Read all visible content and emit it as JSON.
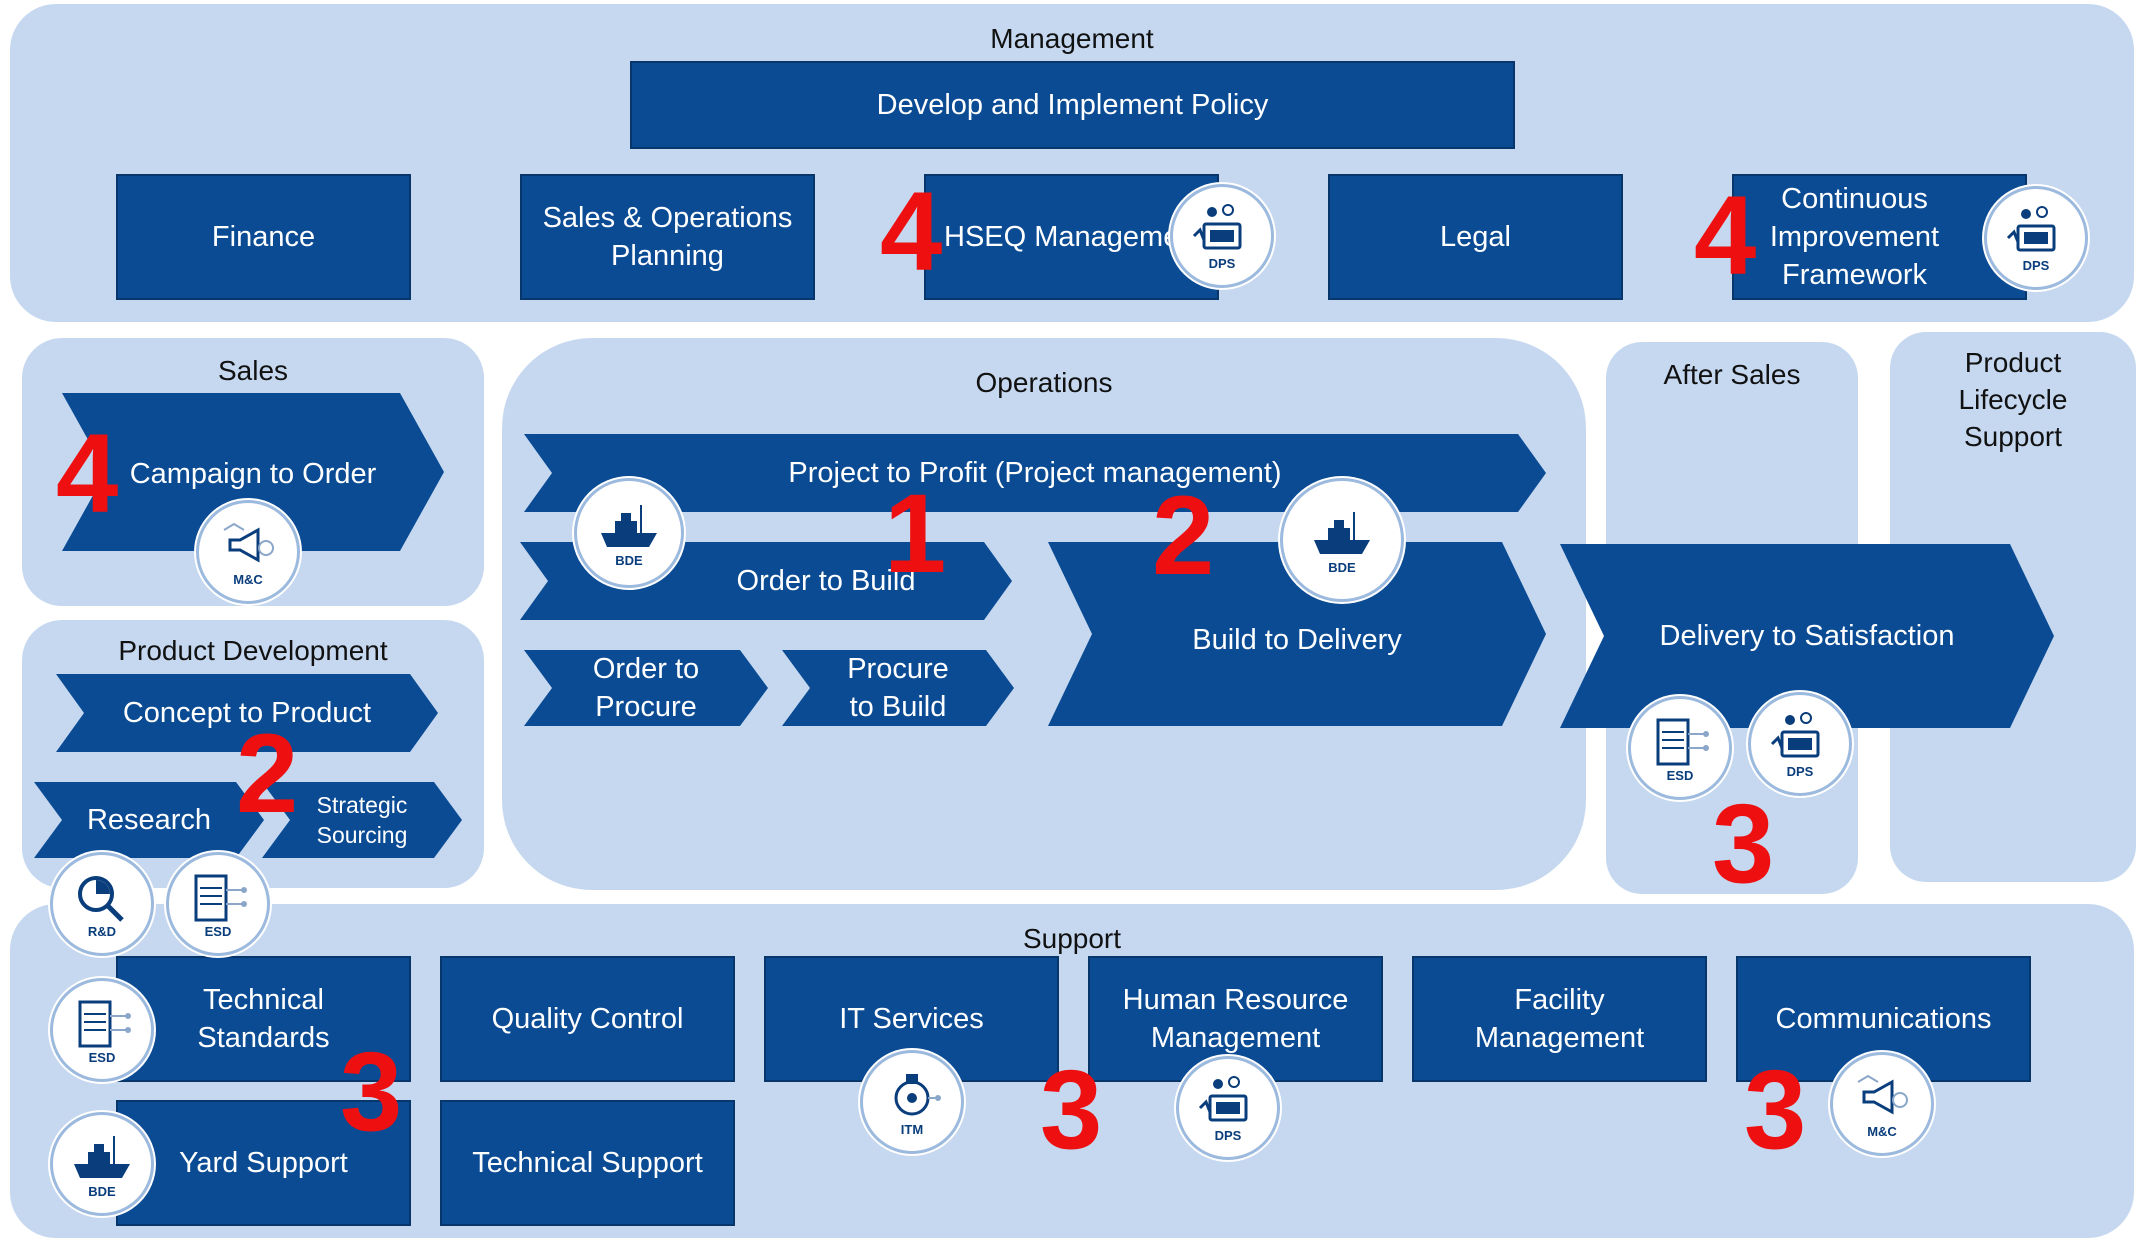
{
  "management": {
    "title": "Management",
    "policy": "Develop and Implement Policy",
    "finance": "Finance",
    "sop": "Sales & Operations\nPlanning",
    "hseq": "HSEQ Management",
    "legal": "Legal",
    "cif": "Continuous\nImprovement\nFramework"
  },
  "sales": {
    "title": "Sales",
    "campaign": "Campaign to Order"
  },
  "product_development": {
    "title": "Product Development",
    "concept": "Concept to Product",
    "research": "Research",
    "sourcing": "Strategic\nSourcing"
  },
  "operations": {
    "title": "Operations",
    "p2p": "Project to Profit (Project management)",
    "o2b": "Order to Build",
    "o2p": "Order to\nProcure",
    "p2b": "Procure\nto Build",
    "b2d": "Build to Delivery"
  },
  "after_sales": {
    "title": "After Sales",
    "d2s": "Delivery to Satisfaction"
  },
  "lifecycle": {
    "title": "Product\nLifecycle\nSupport"
  },
  "support": {
    "title": "Support",
    "tech_std": "Technical\nStandards",
    "qc": "Quality Control",
    "it": "IT Services",
    "hr": "Human Resource\nManagement",
    "facility": "Facility\nManagement",
    "comms": "Communications",
    "yard": "Yard Support",
    "tech_support": "Technical Support"
  },
  "badges": {
    "dps": "DPS",
    "bde": "BDE",
    "mc": "M&C",
    "esd": "ESD",
    "rd": "R&D",
    "itm": "ITM"
  },
  "priorities": {
    "hseq": "4",
    "cif": "4",
    "campaign": "4",
    "o2b": "1",
    "b2d": "2",
    "concept": "2",
    "after_sales": "3",
    "tech_std": "3",
    "it_hr": "3",
    "comms": "3"
  },
  "colors": {
    "panel": "#c5d8f0",
    "box": "#0a4b94",
    "priority": "#ee1010"
  }
}
